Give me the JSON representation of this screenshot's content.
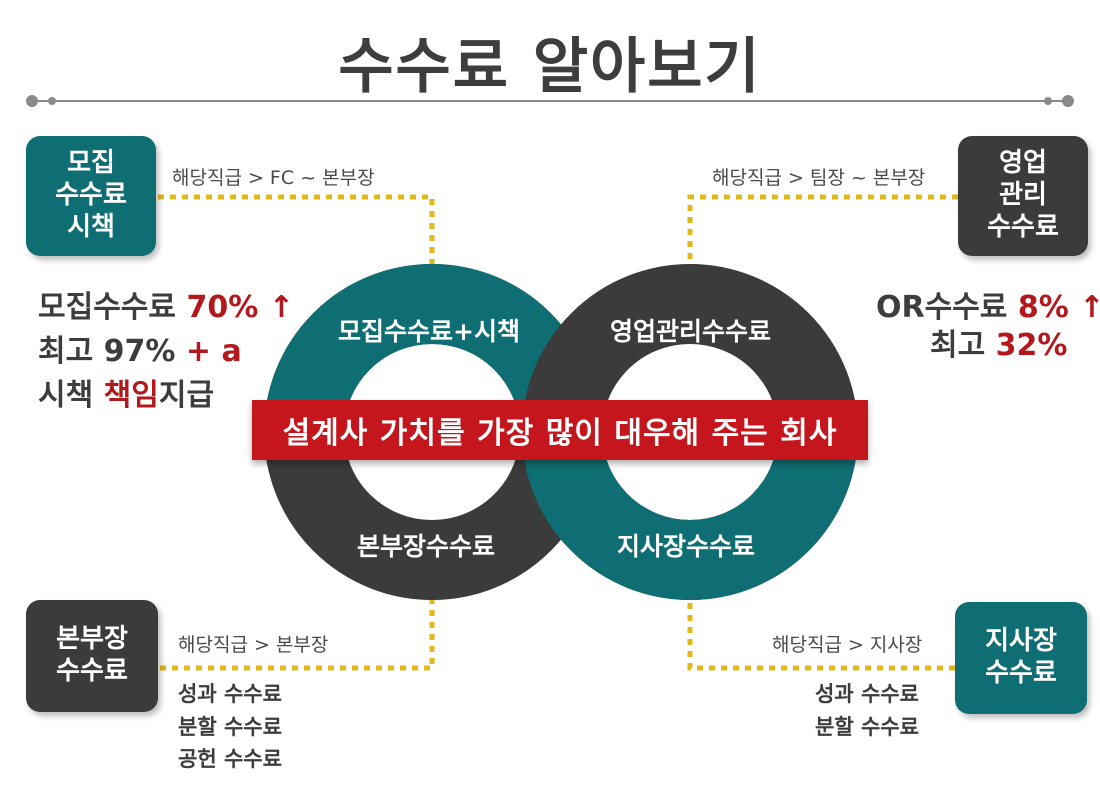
{
  "title": "수수료 알아보기",
  "colors": {
    "teal": "#0f6e73",
    "dark": "#3b3b3b",
    "red": "#c4161c",
    "dotted": "#e2b81a"
  },
  "boxes": {
    "recruit": "모집\n수수료\n시책",
    "sales_mgmt": "영업\n관리\n수수료",
    "hq": "본부장\n수수료",
    "branch": "지사장\n수수료"
  },
  "positions_text": {
    "recruit": "해당직급 > FC ~ 본부장",
    "sales_mgmt": "해당직급 > 팀장 ~ 본부장",
    "hq": "해당직급 > 본부장",
    "branch": "해당직급 > 지사장"
  },
  "recruit_stats": {
    "line1_prefix": "모집수수료 ",
    "line1_value": "70% ↑",
    "line2_prefix": "최고 97% ",
    "line2_value": "+ a",
    "line3_prefix": "시책 ",
    "line3_value": "책임",
    "line3_suffix": "지급"
  },
  "sales_stats": {
    "line1_prefix": "OR수수료 ",
    "line1_value": "8% ↑",
    "line2_prefix": "최고 ",
    "line2_value": "32%"
  },
  "hq_list": "성과 수수료\n분할 수수료\n공헌 수수료",
  "branch_list": "성과 수수료\n분할 수수료",
  "rings": {
    "top_left": "모집수수료+시책",
    "top_right": "영업관리수수료",
    "bottom_left": "본부장수수료",
    "bottom_right": "지사장수수료"
  },
  "banner": "설계사 가치를 가장 많이 대우해 주는 회사"
}
